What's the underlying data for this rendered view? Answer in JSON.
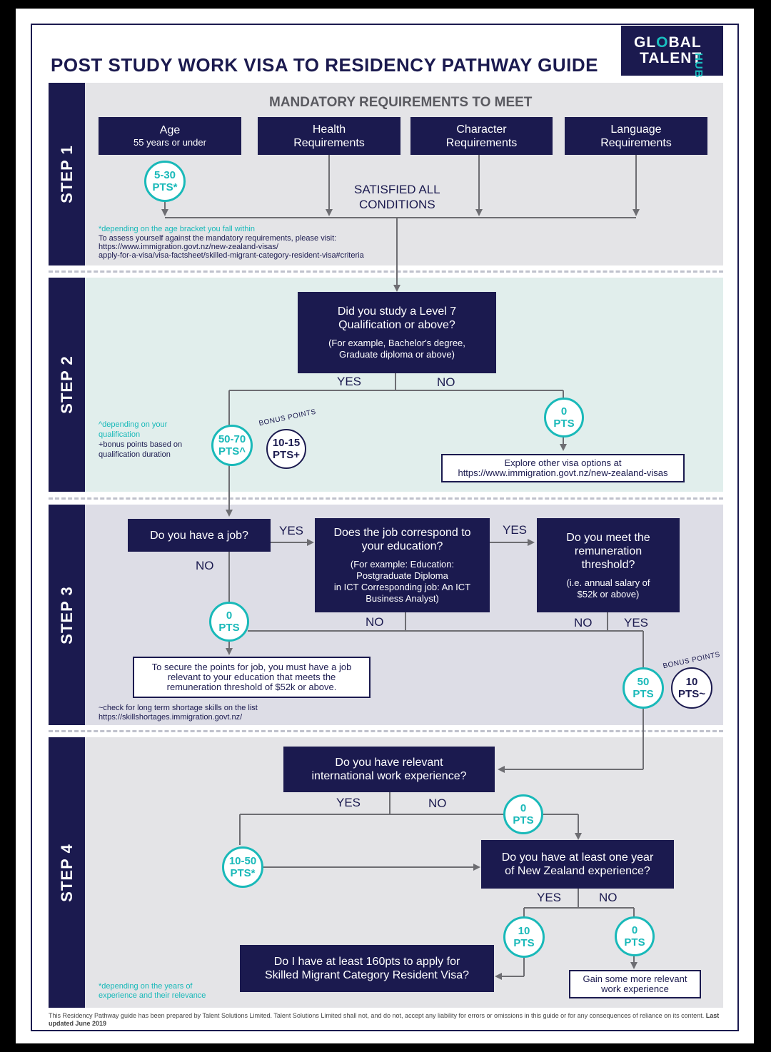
{
  "title": "POST STUDY WORK VISA TO RESIDENCY PATHWAY GUIDE",
  "logo": {
    "line1_a": "GL",
    "line1_o": "O",
    "line1_b": "BAL",
    "line2": "TALENT",
    "hub": "HUB"
  },
  "colors": {
    "navy": "#1b1a4f",
    "teal": "#19b9b9",
    "step1_bg": "#e4e4e7",
    "step2_bg": "#e1eeec",
    "step3_bg": "#dddde6",
    "step4_bg": "#e4e4e7"
  },
  "steps": [
    "STEP 1",
    "STEP 2",
    "STEP 3",
    "STEP 4"
  ],
  "step1": {
    "heading": "MANDATORY REQUIREMENTS TO MEET",
    "age_title": "Age",
    "age_sub": "55 years or under",
    "health": "Health\nRequirements",
    "character": "Character\nRequirements",
    "language": "Language\nRequirements",
    "age_pts_value": "5-30",
    "age_pts_unit": "PTS*",
    "satisfied": "SATISFIED ALL\nCONDITIONS",
    "note_teal": "*depending on the age bracket you fall within",
    "note_body": "To assess yourself against the mandatory requirements, please visit:\nhttps://www.immigration.govt.nz/new-zealand-visas/\napply-for-a-visa/visa-factsheet/skilled-migrant-category-resident-visa#criteria"
  },
  "step2": {
    "question": "Did you study a Level 7\nQualification or above?",
    "question_sub": "(For example, Bachelor's degree,\nGraduate diploma or above)",
    "yes": "YES",
    "no": "NO",
    "yes_pts_value": "50-70",
    "yes_pts_unit": "PTS^",
    "bonus_label": "BONUS POINTS",
    "bonus_value": "10-15",
    "bonus_unit": "PTS+",
    "no_pts_value": "0",
    "no_pts_unit": "PTS",
    "explore": "Explore other visa options at\nhttps://www.immigration.govt.nz/new-zealand-visas",
    "note_teal": "^depending on your\nqualification",
    "note_body": "+bonus points based on\nqualification duration"
  },
  "step3": {
    "q_job": "Do you have a job?",
    "yes1": "YES",
    "no1": "NO",
    "q_correspond": "Does the job correspond to\nyour education?",
    "q_correspond_sub": "(For example: Education:\nPostgraduate Diploma\nin ICT Corresponding job: An ICT\nBusiness Analyst)",
    "yes2": "YES",
    "q_remuneration": "Do you meet the\nremuneration\nthreshold?",
    "q_remuneration_sub": "(i.e. annual salary of\n$52k or above)",
    "no2": "NO",
    "no3": "NO",
    "yes3": "YES",
    "zero_pts_value": "0",
    "zero_pts_unit": "PTS",
    "secure_note": "To secure the points for job, you must have a job\nrelevant to your education that meets the\nremuneration threshold of $52k or above.",
    "fifty_pts_value": "50",
    "fifty_pts_unit": "PTS",
    "bonus_label": "BONUS POINTS",
    "bonus_value": "10",
    "bonus_unit": "PTS~",
    "note_body": "~check for long term shortage skills on the list\nhttps://skillshortages.immigration.govt.nz/"
  },
  "step4": {
    "q_intl": "Do you have relevant\ninternational work experience?",
    "yes1": "YES",
    "no1": "NO",
    "intl_no_pts_value": "0",
    "intl_no_pts_unit": "PTS",
    "intl_yes_pts_value": "10-50",
    "intl_yes_pts_unit": "PTS*",
    "q_nz": "Do you have at least one year\nof New Zealand experience?",
    "yes2": "YES",
    "no2": "NO",
    "nz_yes_pts_value": "10",
    "nz_yes_pts_unit": "PTS",
    "nz_no_pts_value": "0",
    "nz_no_pts_unit": "PTS",
    "q_160": "Do I have at least 160pts to apply for\nSkilled Migrant Category Resident Visa?",
    "gain_note": "Gain some more relevant\nwork experience",
    "note_teal": "*depending on the years of\nexperience and their relevance"
  },
  "footer": {
    "text": "This Residency Pathway guide has been prepared by Talent Solutions Limited.  Talent Solutions Limited shall not, and do not, accept any liability for errors or omissions in this guide or for any consequences of reliance on its content. ",
    "updated": "Last updated June 2019"
  }
}
